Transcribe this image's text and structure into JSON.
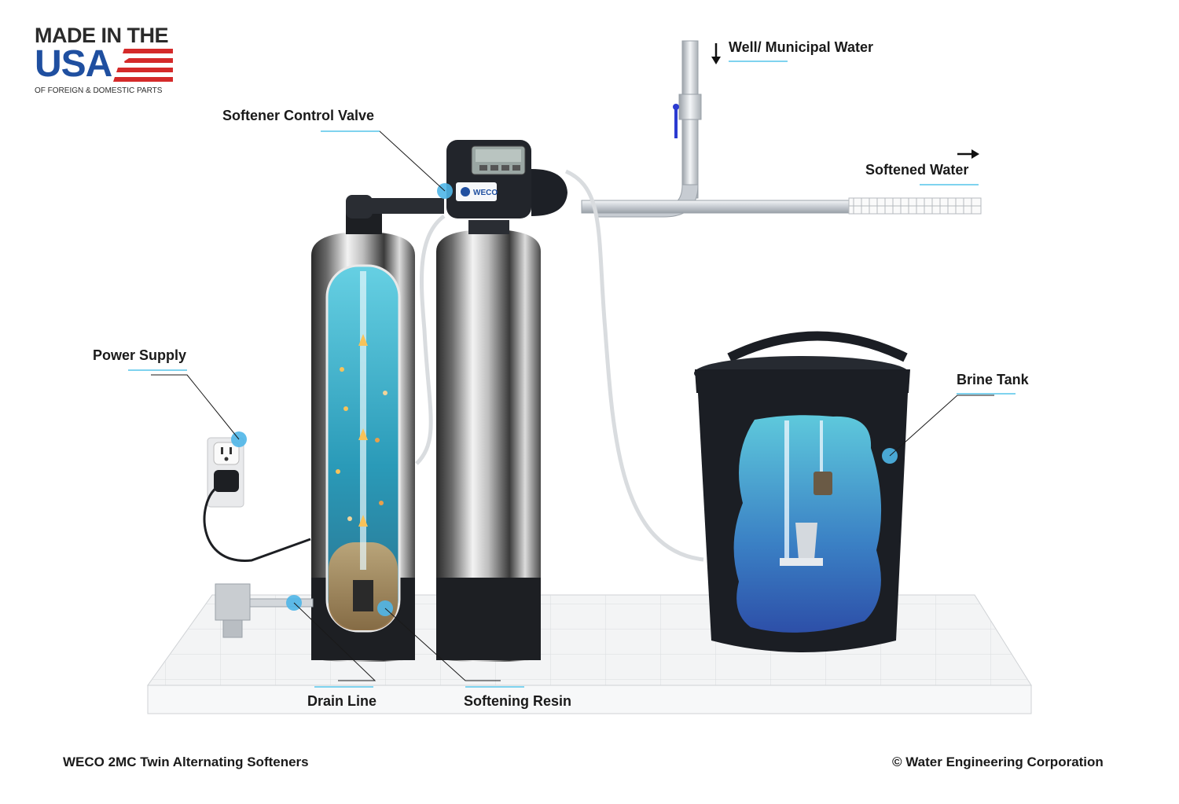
{
  "logo": {
    "line1": "MADE IN THE",
    "line2": "USA",
    "line3": "OF FOREIGN & DOMESTIC PARTS"
  },
  "labels": {
    "well_water": "Well/ Municipal Water",
    "softened_water": "Softened Water",
    "control_valve": "Softener Control Valve",
    "power_supply": "Power Supply",
    "brine_tank": "Brine Tank",
    "drain_line": "Drain Line",
    "softening_resin": "Softening Resin"
  },
  "valve_brand": "WECO",
  "footer": {
    "product": "WECO 2MC Twin Alternating Softeners",
    "copyright": "© Water Engineering Corporation"
  },
  "colors": {
    "accent": "#7fd3ef",
    "marker": "#4fb6e8",
    "usa_blue": "#1f4fa0",
    "usa_red": "#d42a2a",
    "tank_dark": "#1b1e24",
    "water": "#3fb7d6"
  }
}
